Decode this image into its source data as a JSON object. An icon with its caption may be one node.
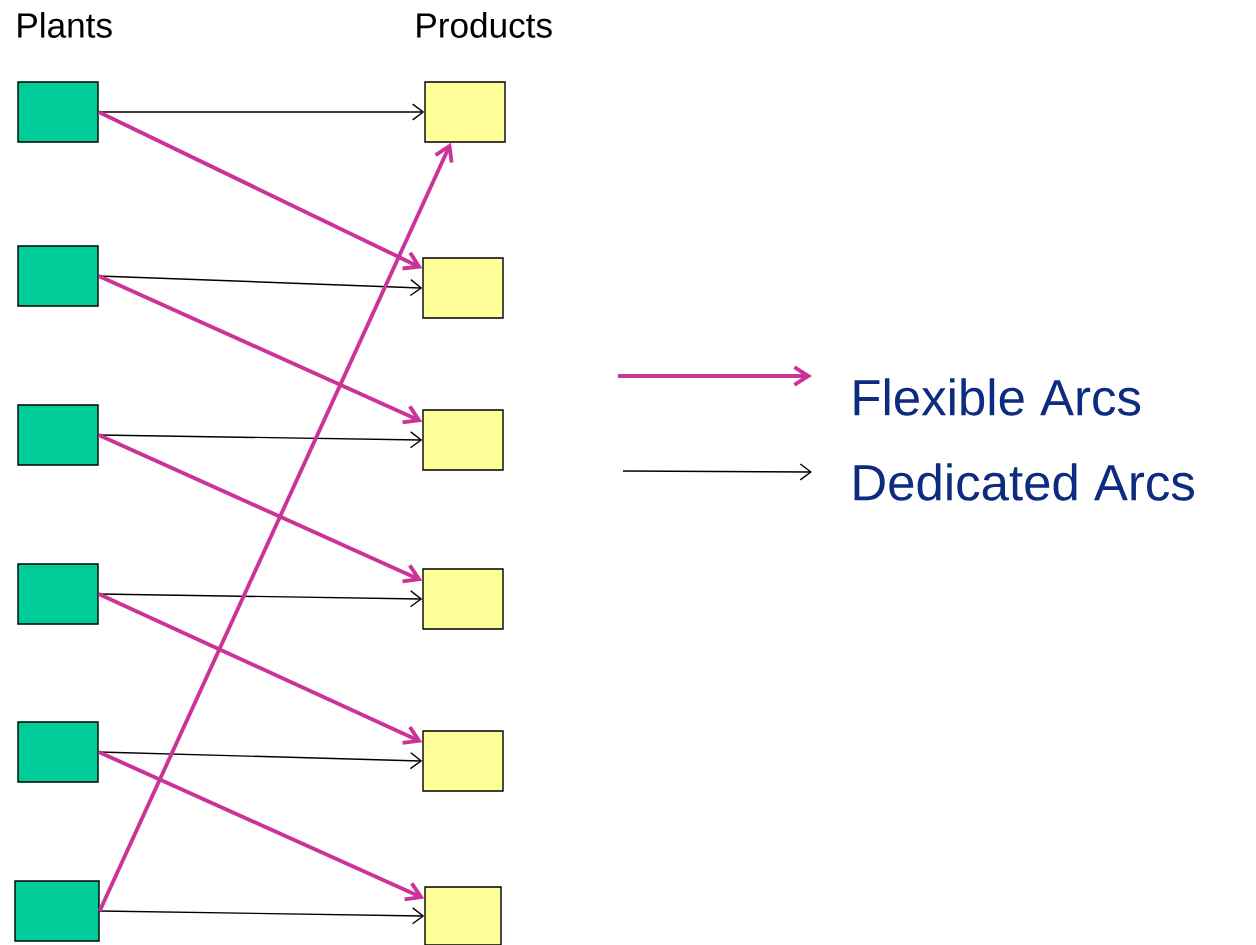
{
  "diagram": {
    "nodes": [
      {
        "text": [],
        "shape": "box"
      },
      {
        "text": [],
        "shape": "box"
      },
      {
        "text": [],
        "shape": "box"
      },
      {
        "text": [],
        "shape": "box"
      },
      {
        "text": [],
        "shape": "box"
      },
      {
        "text": [],
        "shape": "box"
      },
      {
        "text": [],
        "shape": "box"
      },
      {
        "text": [],
        "shape": "box"
      },
      {
        "text": [],
        "shape": "box"
      },
      {
        "text": [],
        "shape": "box"
      },
      {
        "text": [],
        "shape": "box"
      },
      {
        "text": [],
        "shape": "box"
      }
    ],
    "edges": [
      {
        "from": 0,
        "to": 6,
        "arrow": "to"
      },
      {
        "from": 1,
        "to": 7,
        "arrow": "to"
      },
      {
        "from": 2,
        "to": 8,
        "arrow": "to"
      },
      {
        "from": 3,
        "to": 9,
        "arrow": "to"
      },
      {
        "from": 4,
        "to": 10,
        "arrow": "to"
      },
      {
        "from": 5,
        "to": 11,
        "arrow": "to"
      },
      {
        "from": 0,
        "to": 7,
        "arrow": "to",
        "style": "thick",
        "color": "#cc3399"
      },
      {
        "from": 1,
        "to": 8,
        "arrow": "to",
        "style": "thick",
        "color": "#cc3399"
      },
      {
        "from": 2,
        "to": 9,
        "arrow": "to",
        "style": "thick",
        "color": "#cc3399"
      },
      {
        "from": 3,
        "to": 10,
        "arrow": "to",
        "style": "thick",
        "color": "#cc3399"
      },
      {
        "from": 4,
        "to": 11,
        "arrow": "to",
        "style": "thick",
        "color": "#cc3399"
      },
      {
        "from": 5,
        "to": 6,
        "arrow": "to",
        "style": "thick",
        "color": "#cc3399"
      }
    ],
    "labels": [
      "Plants",
      "Products"
    ],
    "legend": [
      {
        "text": "Flexible Arcs"
      },
      {
        "text": "Dedicated Arcs"
      }
    ]
  }
}
